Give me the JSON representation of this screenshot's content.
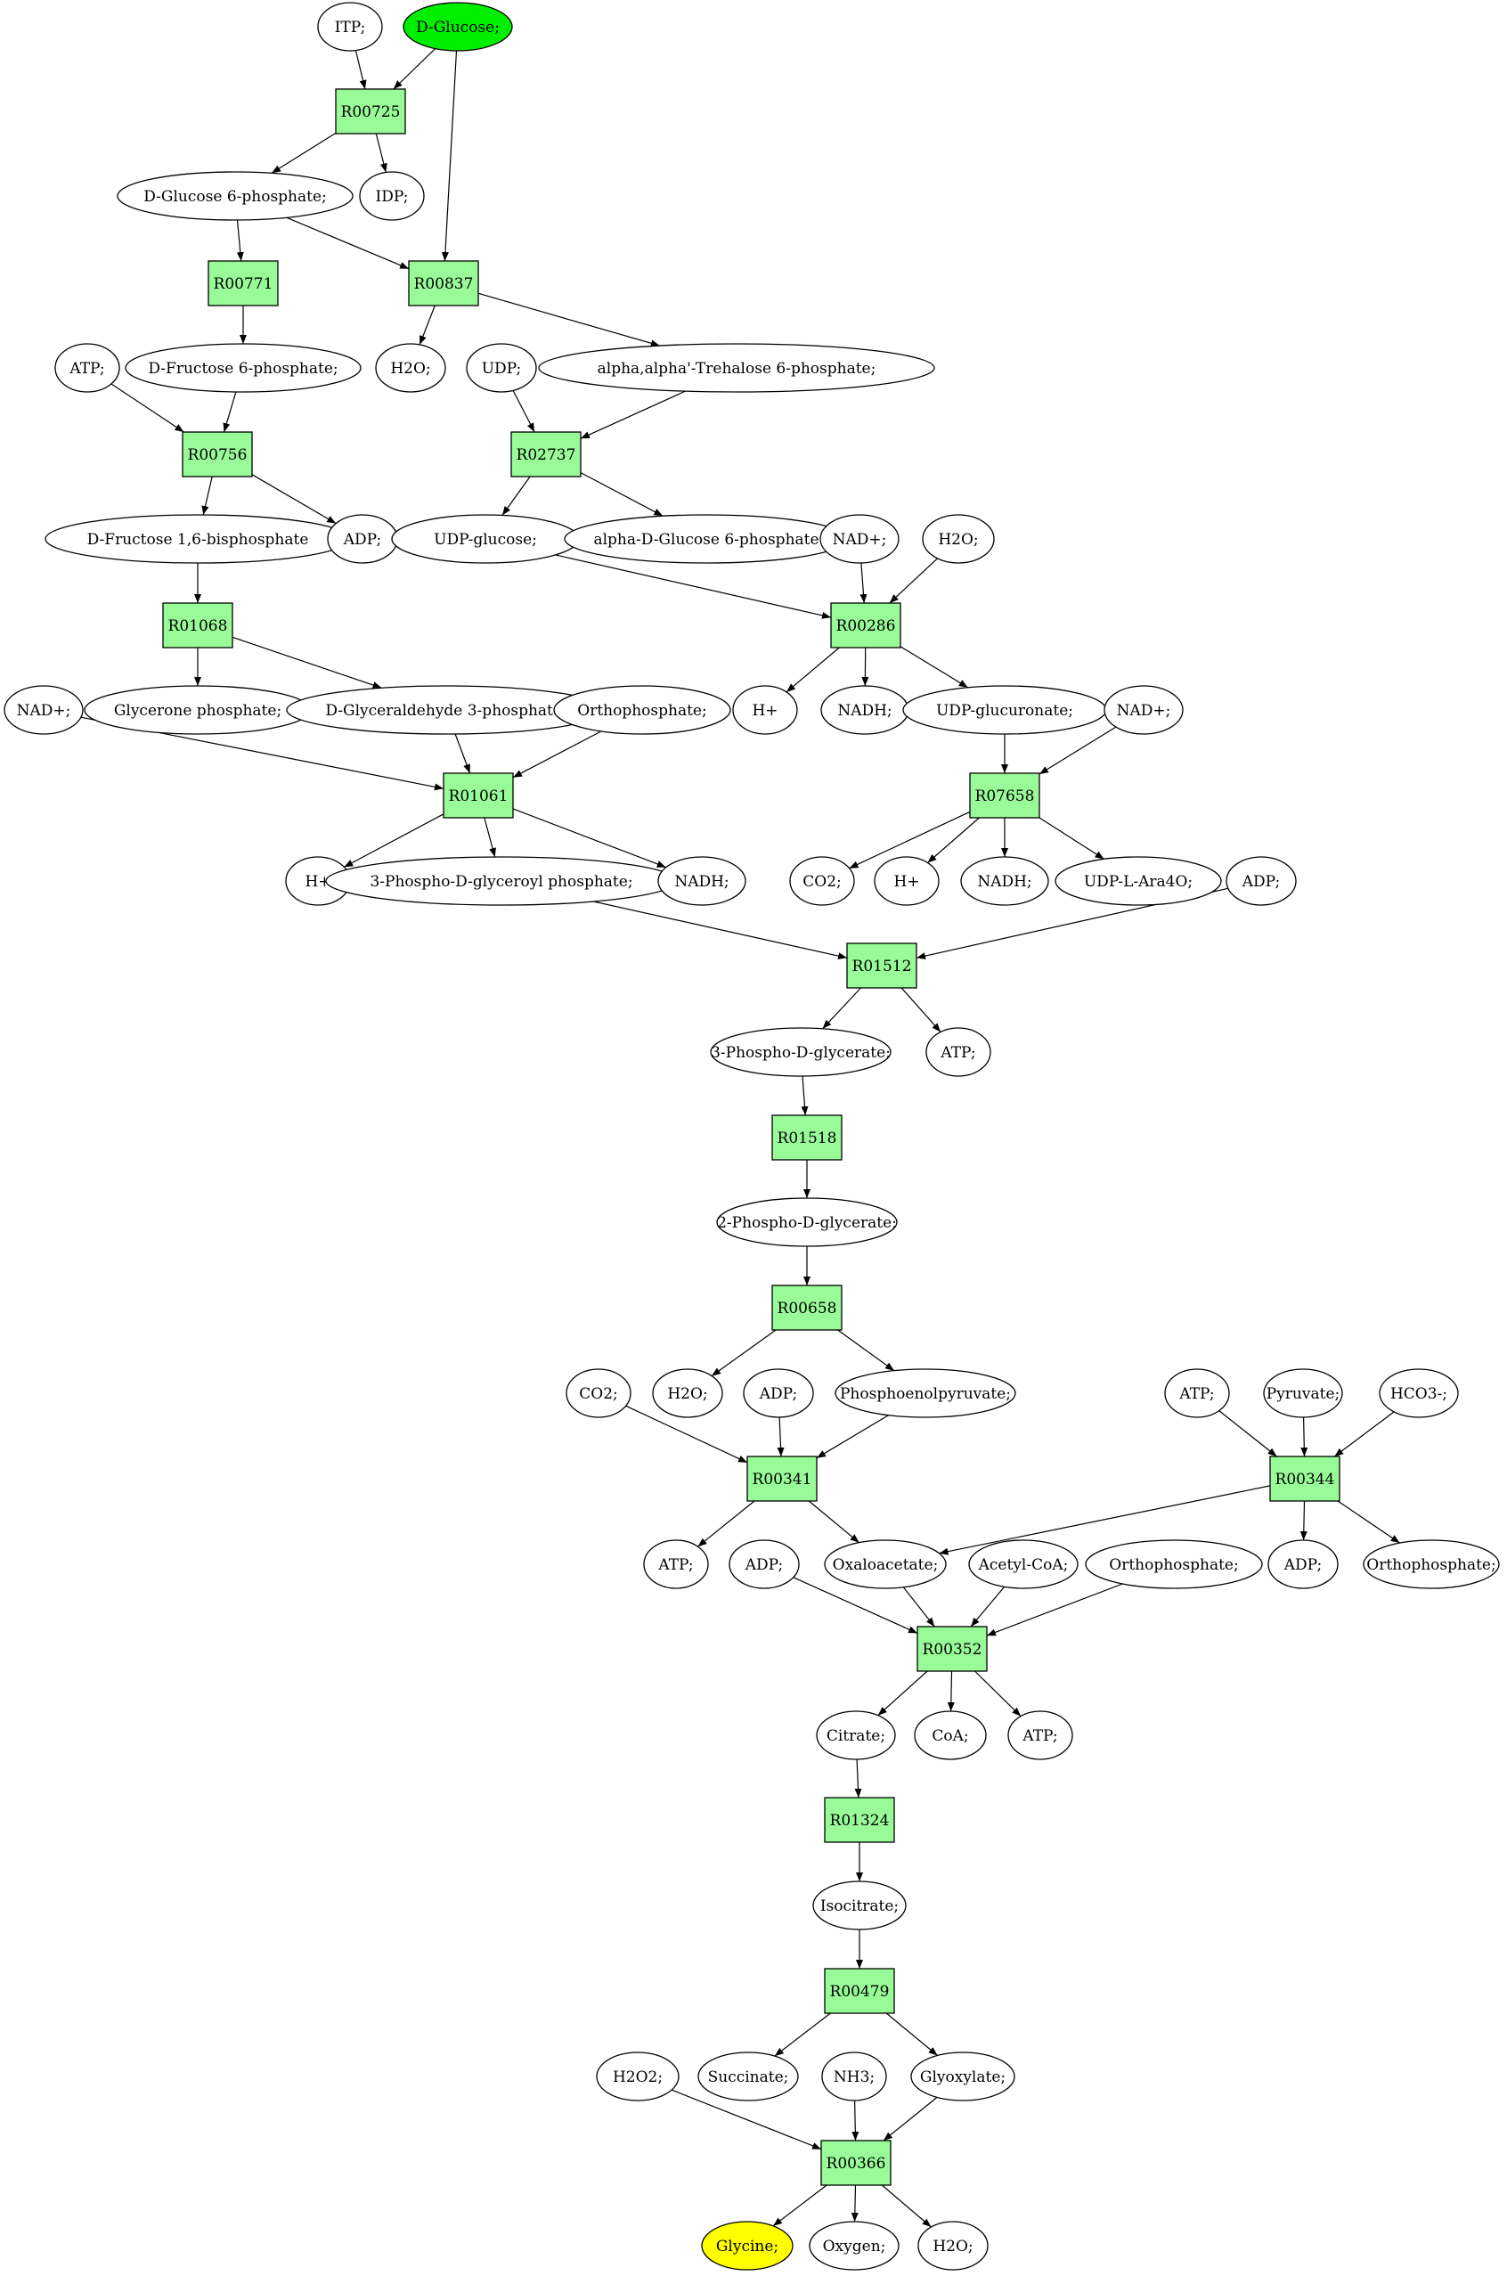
{
  "colors": {
    "source": "#00ee00",
    "target": "#ffff00",
    "reaction": "#98fb98",
    "metabolite": "#ffffff"
  },
  "reactions": [
    {
      "id": "r00725",
      "label": "R00725"
    },
    {
      "id": "r00771",
      "label": "R00771"
    },
    {
      "id": "r00837",
      "label": "R00837"
    },
    {
      "id": "r00756",
      "label": "R00756"
    },
    {
      "id": "r02737",
      "label": "R02737"
    },
    {
      "id": "r01068",
      "label": "R01068"
    },
    {
      "id": "r00286",
      "label": "R00286"
    },
    {
      "id": "r01061",
      "label": "R01061"
    },
    {
      "id": "r07658",
      "label": "R07658"
    },
    {
      "id": "r01512",
      "label": "R01512"
    },
    {
      "id": "r01518",
      "label": "R01518"
    },
    {
      "id": "r00658",
      "label": "R00658"
    },
    {
      "id": "r00341",
      "label": "R00341"
    },
    {
      "id": "r00344",
      "label": "R00344"
    },
    {
      "id": "r00352",
      "label": "R00352"
    },
    {
      "id": "r01324",
      "label": "R01324"
    },
    {
      "id": "r00479",
      "label": "R00479"
    },
    {
      "id": "r00366",
      "label": "R00366"
    }
  ],
  "metabolites": [
    {
      "id": "itp",
      "label": "ITP;"
    },
    {
      "id": "dglucose",
      "label": "D-Glucose;",
      "role": "source"
    },
    {
      "id": "g6p",
      "label": "D-Glucose 6-phosphate;"
    },
    {
      "id": "idp",
      "label": "IDP;"
    },
    {
      "id": "atp1",
      "label": "ATP;"
    },
    {
      "id": "f6p",
      "label": "D-Fructose 6-phosphate;"
    },
    {
      "id": "h2o1",
      "label": "H2O;"
    },
    {
      "id": "udp",
      "label": "UDP;"
    },
    {
      "id": "trehalose6p",
      "label": "alpha,alpha'-Trehalose 6-phosphate;"
    },
    {
      "id": "fbp",
      "label": "D-Fructose 1,6-bisphosphate"
    },
    {
      "id": "adp1",
      "label": "ADP;"
    },
    {
      "id": "udpglucose",
      "label": "UDP-glucose;"
    },
    {
      "id": "aglc6p",
      "label": "alpha-D-Glucose 6-phosphate"
    },
    {
      "id": "nad2",
      "label": "NAD+;"
    },
    {
      "id": "h2o2",
      "label": "H2O;"
    },
    {
      "id": "nad1",
      "label": "NAD+;"
    },
    {
      "id": "glyceronep",
      "label": "Glycerone phosphate;"
    },
    {
      "id": "g3p",
      "label": "D-Glyceraldehyde 3-phosphate;"
    },
    {
      "id": "pi1",
      "label": "Orthophosphate;"
    },
    {
      "id": "hplus2",
      "label": "H+"
    },
    {
      "id": "nadh2",
      "label": "NADH;"
    },
    {
      "id": "udpglcA",
      "label": "UDP-glucuronate;"
    },
    {
      "id": "nad3",
      "label": "NAD+;"
    },
    {
      "id": "hplus1",
      "label": "H+"
    },
    {
      "id": "bpg",
      "label": "3-Phospho-D-glyceroyl phosphate;"
    },
    {
      "id": "nadh1",
      "label": "NADH;"
    },
    {
      "id": "co2a",
      "label": "CO2;"
    },
    {
      "id": "hplus3",
      "label": "H+"
    },
    {
      "id": "nadh3",
      "label": "NADH;"
    },
    {
      "id": "udpara",
      "label": "UDP-L-Ara4O;"
    },
    {
      "id": "adp2",
      "label": "ADP;"
    },
    {
      "id": "pg3",
      "label": "3-Phospho-D-glycerate;"
    },
    {
      "id": "atp2",
      "label": "ATP;"
    },
    {
      "id": "pg2",
      "label": "2-Phospho-D-glycerate;"
    },
    {
      "id": "co2b",
      "label": "CO2;"
    },
    {
      "id": "h2o3",
      "label": "H2O;"
    },
    {
      "id": "adp3",
      "label": "ADP;"
    },
    {
      "id": "pep",
      "label": "Phosphoenolpyruvate;"
    },
    {
      "id": "atp3",
      "label": "ATP;"
    },
    {
      "id": "pyruvate",
      "label": "Pyruvate;"
    },
    {
      "id": "hco3",
      "label": "HCO3-;"
    },
    {
      "id": "atp4",
      "label": "ATP;"
    },
    {
      "id": "adp4",
      "label": "ADP;"
    },
    {
      "id": "oaa",
      "label": "Oxaloacetate;"
    },
    {
      "id": "acetylcoa",
      "label": "Acetyl-CoA;"
    },
    {
      "id": "pi2",
      "label": "Orthophosphate;"
    },
    {
      "id": "adp5",
      "label": "ADP;"
    },
    {
      "id": "pi3",
      "label": "Orthophosphate;"
    },
    {
      "id": "citrate",
      "label": "Citrate;"
    },
    {
      "id": "coa",
      "label": "CoA;"
    },
    {
      "id": "atp5",
      "label": "ATP;"
    },
    {
      "id": "isocitrate",
      "label": "Isocitrate;"
    },
    {
      "id": "h2o2b",
      "label": "H2O2;"
    },
    {
      "id": "succinate",
      "label": "Succinate;"
    },
    {
      "id": "nh3",
      "label": "NH3;"
    },
    {
      "id": "glyoxylate",
      "label": "Glyoxylate;"
    },
    {
      "id": "glycine",
      "label": "Glycine;",
      "role": "target"
    },
    {
      "id": "oxygen",
      "label": "Oxygen;"
    },
    {
      "id": "h2o4",
      "label": "H2O;"
    }
  ],
  "edges": [
    [
      "itp",
      "r00725"
    ],
    [
      "dglucose",
      "r00725"
    ],
    [
      "r00725",
      "g6p"
    ],
    [
      "r00725",
      "idp"
    ],
    [
      "dglucose",
      "r00837"
    ],
    [
      "g6p",
      "r00771"
    ],
    [
      "g6p",
      "r00837"
    ],
    [
      "r00771",
      "f6p"
    ],
    [
      "r00837",
      "h2o1"
    ],
    [
      "r00837",
      "trehalose6p"
    ],
    [
      "atp1",
      "r00756"
    ],
    [
      "f6p",
      "r00756"
    ],
    [
      "udp",
      "r02737"
    ],
    [
      "trehalose6p",
      "r02737"
    ],
    [
      "r00756",
      "fbp"
    ],
    [
      "r00756",
      "adp1"
    ],
    [
      "r02737",
      "udpglucose"
    ],
    [
      "r02737",
      "aglc6p"
    ],
    [
      "fbp",
      "r01068"
    ],
    [
      "udpglucose",
      "r00286"
    ],
    [
      "nad2",
      "r00286"
    ],
    [
      "h2o2",
      "r00286"
    ],
    [
      "r01068",
      "glyceronep"
    ],
    [
      "r01068",
      "g3p"
    ],
    [
      "r00286",
      "hplus2"
    ],
    [
      "r00286",
      "nadh2"
    ],
    [
      "r00286",
      "udpglcA"
    ],
    [
      "nad1",
      "r01061"
    ],
    [
      "g3p",
      "r01061"
    ],
    [
      "pi1",
      "r01061"
    ],
    [
      "udpglcA",
      "r07658"
    ],
    [
      "nad3",
      "r07658"
    ],
    [
      "r01061",
      "hplus1"
    ],
    [
      "r01061",
      "bpg"
    ],
    [
      "r01061",
      "nadh1"
    ],
    [
      "r07658",
      "co2a"
    ],
    [
      "r07658",
      "hplus3"
    ],
    [
      "r07658",
      "nadh3"
    ],
    [
      "r07658",
      "udpara"
    ],
    [
      "bpg",
      "r01512"
    ],
    [
      "adp2",
      "r01512"
    ],
    [
      "r01512",
      "pg3"
    ],
    [
      "r01512",
      "atp2"
    ],
    [
      "pg3",
      "r01518"
    ],
    [
      "r01518",
      "pg2"
    ],
    [
      "pg2",
      "r00658"
    ],
    [
      "r00658",
      "h2o3"
    ],
    [
      "r00658",
      "pep"
    ],
    [
      "co2b",
      "r00341"
    ],
    [
      "adp3",
      "r00341"
    ],
    [
      "pep",
      "r00341"
    ],
    [
      "atp4",
      "r00344"
    ],
    [
      "pyruvate",
      "r00344"
    ],
    [
      "hco3",
      "r00344"
    ],
    [
      "r00341",
      "atp3"
    ],
    [
      "r00341",
      "oaa"
    ],
    [
      "r00344",
      "oaa"
    ],
    [
      "r00344",
      "adp4"
    ],
    [
      "r00344",
      "pi2"
    ],
    [
      "adp5",
      "r00352"
    ],
    [
      "oaa",
      "r00352"
    ],
    [
      "acetylcoa",
      "r00352"
    ],
    [
      "pi3",
      "r00352"
    ],
    [
      "r00352",
      "citrate"
    ],
    [
      "r00352",
      "coa"
    ],
    [
      "r00352",
      "atp5"
    ],
    [
      "citrate",
      "r01324"
    ],
    [
      "r01324",
      "isocitrate"
    ],
    [
      "isocitrate",
      "r00479"
    ],
    [
      "r00479",
      "succinate"
    ],
    [
      "r00479",
      "glyoxylate"
    ],
    [
      "h2o2b",
      "r00366"
    ],
    [
      "nh3",
      "r00366"
    ],
    [
      "glyoxylate",
      "r00366"
    ],
    [
      "r00366",
      "glycine"
    ],
    [
      "r00366",
      "oxygen"
    ],
    [
      "r00366",
      "h2o4"
    ]
  ]
}
